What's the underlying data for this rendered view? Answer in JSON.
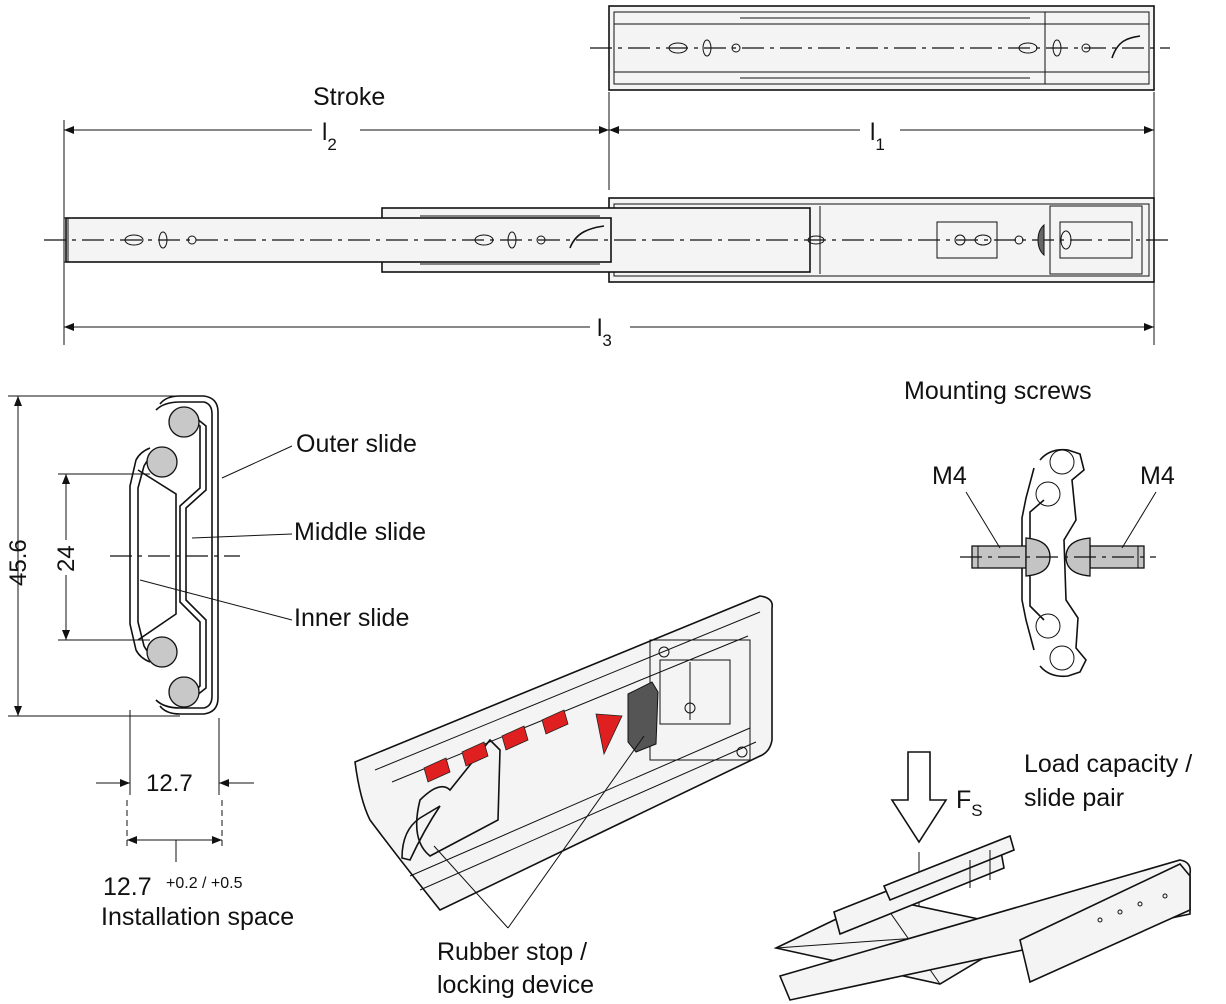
{
  "labels": {
    "stroke": "Stroke",
    "l1": "l",
    "l1_sub": "1",
    "l2": "l",
    "l2_sub": "2",
    "l3": "l",
    "l3_sub": "3",
    "outer_slide": "Outer slide",
    "middle_slide": "Middle slide",
    "inner_slide": "Inner slide",
    "dim_height": "45.6",
    "dim_inner": "24",
    "dim_width": "12.7",
    "install_value": "12.7",
    "install_tolerance": "+0.2 / +0.5",
    "installation_space": "Installation space",
    "mounting_screws": "Mounting screws",
    "m4_left": "M4",
    "m4_right": "M4",
    "rubber_stop_line1": "Rubber stop /",
    "rubber_stop_line2": "locking device",
    "force_symbol": "F",
    "force_sub": "S",
    "load_capacity_line1": "Load capacity /",
    "load_capacity_line2": "slide pair"
  },
  "colors": {
    "line": "#111111",
    "ball": "#c8c8c8",
    "stop_arrow": "#e02020",
    "rubber": "#555555"
  }
}
